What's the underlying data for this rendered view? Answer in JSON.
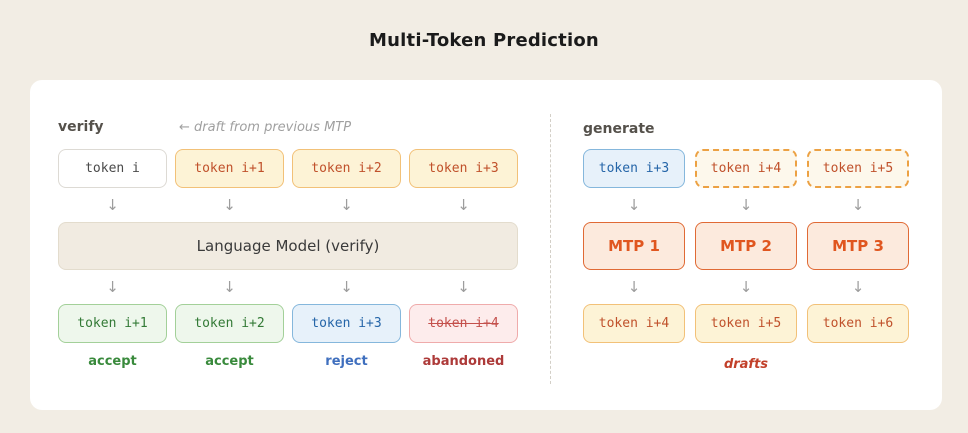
{
  "title": "Multi-Token Prediction",
  "arrow_glyph": "↓",
  "colors": {
    "page_background": "#f2ede4",
    "card_background": "#ffffff",
    "draft_yellow": "#fdf3d6",
    "accept_green": "#eef7ec",
    "reject_blue": "#e7f1fa",
    "abandoned_red": "#fdecec",
    "mtp_orange": "#fceadd",
    "mtp_border": "#e06a35"
  },
  "verify_panel": {
    "label": "verify",
    "annotation": "← draft from previous MTP",
    "input_tokens": [
      {
        "text": "token i"
      },
      {
        "text": "token i+1"
      },
      {
        "text": "token i+2"
      },
      {
        "text": "token i+3"
      }
    ],
    "model_label": "Language Model (verify)",
    "output_tokens": [
      {
        "text": "token i+1",
        "verdict": "accept"
      },
      {
        "text": "token i+2",
        "verdict": "accept"
      },
      {
        "text": "token i+3",
        "verdict": "reject"
      },
      {
        "text": "token i+4",
        "verdict": "abandoned"
      }
    ]
  },
  "generate_panel": {
    "label": "generate",
    "input_tokens": [
      {
        "text": "token i+3"
      },
      {
        "text": "token i+4"
      },
      {
        "text": "token i+5"
      }
    ],
    "mtp_modules": [
      {
        "text": "MTP 1"
      },
      {
        "text": "MTP 2"
      },
      {
        "text": "MTP 3"
      }
    ],
    "draft_tokens": [
      {
        "text": "token i+4"
      },
      {
        "text": "token i+5"
      },
      {
        "text": "token i+6"
      }
    ],
    "drafts_label": "drafts"
  }
}
